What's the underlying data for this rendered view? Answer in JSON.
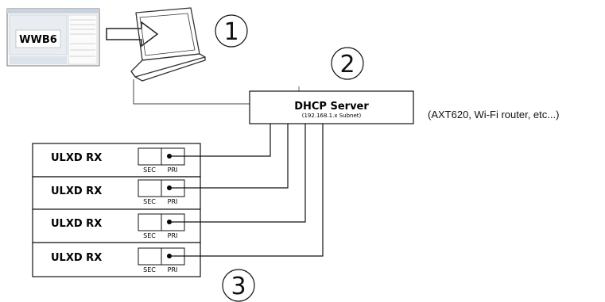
{
  "software": {
    "label": "WWB6"
  },
  "steps": [
    "1",
    "2",
    "3"
  ],
  "server": {
    "title": "DHCP Server",
    "subnet": "(192.168.1.x Subnet)",
    "note": "(AXT620, Wi-Fi router, etc...)"
  },
  "receivers": [
    {
      "label": "ULXD RX",
      "sec": "SEC",
      "pri": "PRI"
    },
    {
      "label": "ULXD RX",
      "sec": "SEC",
      "pri": "PRI"
    },
    {
      "label": "ULXD RX",
      "sec": "SEC",
      "pri": "PRI"
    },
    {
      "label": "ULXD RX",
      "sec": "SEC",
      "pri": "PRI"
    }
  ]
}
